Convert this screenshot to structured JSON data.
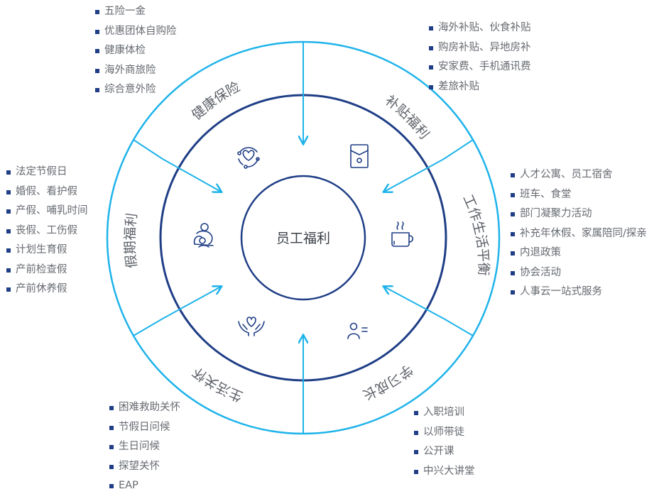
{
  "center": {
    "title": "员工福利"
  },
  "segments": [
    {
      "title": "健康保险",
      "icon": "health-heart-icon",
      "items": [
        "五险一金",
        "优惠团体自购险",
        "健康体检",
        "海外商旅险",
        "综合意外险"
      ]
    },
    {
      "title": "补贴福利",
      "icon": "red-envelope-icon",
      "items": [
        "海外补贴、伙食补贴",
        "购房补贴、异地房补",
        "安家费、手机通讯费",
        "差旅补贴"
      ]
    },
    {
      "title": "工作生活平衡",
      "icon": "coffee-cup-icon",
      "items": [
        "人才公寓、员工宿舍",
        "班车、食堂",
        "部门凝聚力活动",
        "补充年休假、家属陪同/探亲",
        "内退政策",
        "协会活动",
        "人事云一站式服务"
      ]
    },
    {
      "title": "学习成长",
      "icon": "person-list-icon",
      "items": [
        "入职培训",
        "以师带徒",
        "公开课",
        "中兴大讲堂"
      ]
    },
    {
      "title": "生活关怀",
      "icon": "hands-heart-icon",
      "items": [
        "困难救助关怀",
        "节假日问候",
        "生日问候",
        "探望关怀",
        "EAP"
      ]
    },
    {
      "title": "假期福利",
      "icon": "mother-baby-icon",
      "items": [
        "法定节假日",
        "婚假、看护假",
        "产假、哺乳时间",
        "丧假、工伤假",
        "计划生育假",
        "产前检查假",
        "产前休养假"
      ]
    }
  ],
  "colors": {
    "outer_ring": "#1eb3ea",
    "inner_ring": "#1f3e86",
    "arrow": "#1eb3ea",
    "text": "#666a70"
  }
}
